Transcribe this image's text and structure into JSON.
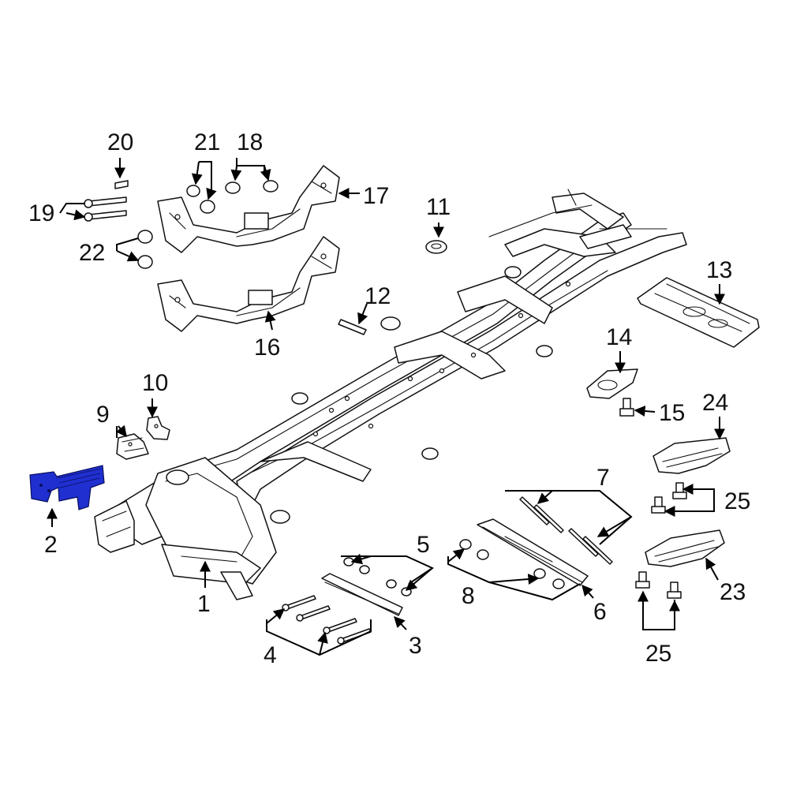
{
  "callouts": {
    "c1": "1",
    "c2": "2",
    "c3": "3",
    "c4": "4",
    "c5": "5",
    "c6": "6",
    "c7": "7",
    "c8": "8",
    "c9": "9",
    "c10": "10",
    "c11": "11",
    "c12": "12",
    "c13": "13",
    "c14": "14",
    "c15": "15",
    "c16": "16",
    "c17": "17",
    "c18": "18",
    "c19": "19",
    "c20": "20",
    "c21": "21",
    "c22": "22",
    "c23": "23",
    "c24": "24",
    "c25a": "25",
    "c25b": "25"
  },
  "colors": {
    "highlight": "#1f2fd0",
    "line": "#111111",
    "background": "#ffffff"
  },
  "highlighted_part": "2"
}
